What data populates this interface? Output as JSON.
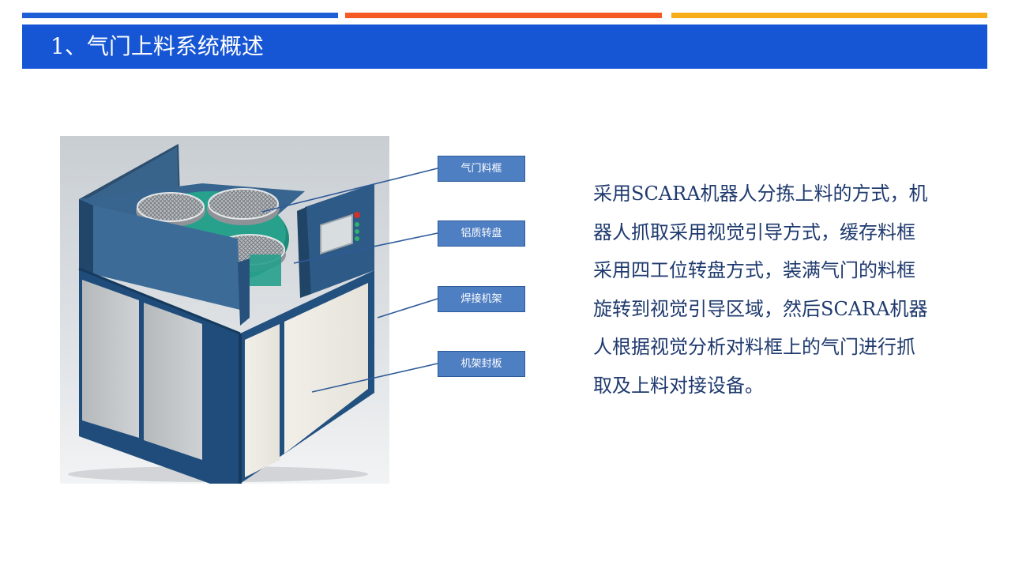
{
  "slide": {
    "title": "1、气门上料系统概述",
    "accent_colors": [
      "#1f5fd6",
      "#f55a22",
      "#f7ad1a"
    ],
    "title_bar_color": "#1656d4"
  },
  "figure": {
    "callouts": [
      {
        "label": "气门料框"
      },
      {
        "label": "铝质转盘"
      },
      {
        "label": "焊接机架"
      },
      {
        "label": "机架封板"
      }
    ]
  },
  "description": {
    "lines": [
      "采用SCARA机器人分拣上料的方式，机",
      "器人抓取采用视觉引导方式，缓存料框",
      "采用四工位转盘方式，装满气门的料框",
      "旋转到视觉引导区域，然后SCARA机器",
      "人根据视觉分析对料框上的气门进行抓",
      "取及上料对接设备。"
    ]
  }
}
